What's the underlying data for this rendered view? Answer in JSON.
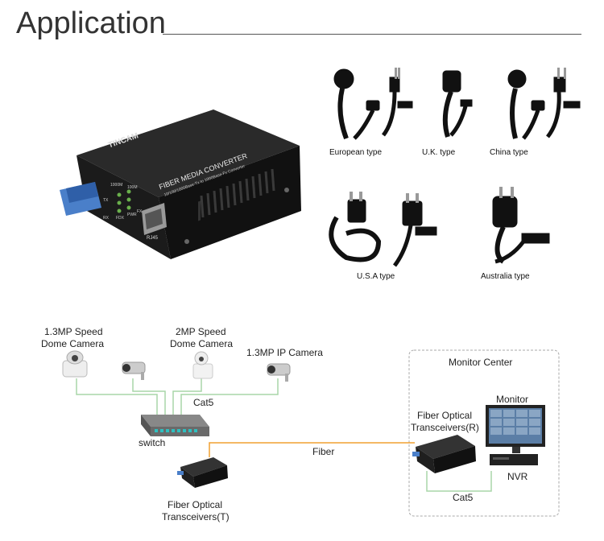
{
  "header": {
    "title": "Application"
  },
  "product": {
    "brand": "TINCAM",
    "model": "FIBER MEDIA CONVERTER",
    "subtitle": "10/100/1000Base-Tx to 1000Base-Fx Converter",
    "led_labels": [
      "1000M",
      "100M",
      "FX",
      "FDX",
      "PWR",
      "TX",
      "RX"
    ],
    "port_label": "RJ45"
  },
  "plugs": [
    {
      "label": "European type"
    },
    {
      "label": "U.K. type"
    },
    {
      "label": "China type"
    },
    {
      "label": "U.S.A type"
    },
    {
      "label": "Australia type"
    }
  ],
  "diagram": {
    "cameras": [
      {
        "line1": "1.3MP Speed",
        "line2": "Dome Camera"
      },
      {
        "line1": "2MP Speed",
        "line2": "Dome Camera"
      },
      {
        "line1": "1.3MP IP Camera",
        "line2": ""
      }
    ],
    "switch_label": "switch",
    "cat5_top": "Cat5",
    "fiber_label": "Fiber",
    "transceiver_t": {
      "line1": "Fiber Optical",
      "line2": "Transceivers(T)"
    },
    "monitor_center": "Monitor Center",
    "transceiver_r": {
      "line1": "Fiber Optical",
      "line2": "Transceivers(R)"
    },
    "monitor_label": "Monitor",
    "nvr_label": "NVR",
    "cat5_bottom": "Cat5",
    "colors": {
      "cat5_line": "#a9d6a9",
      "fiber_line": "#f0a030",
      "box_border": "#aaaaaa"
    }
  }
}
